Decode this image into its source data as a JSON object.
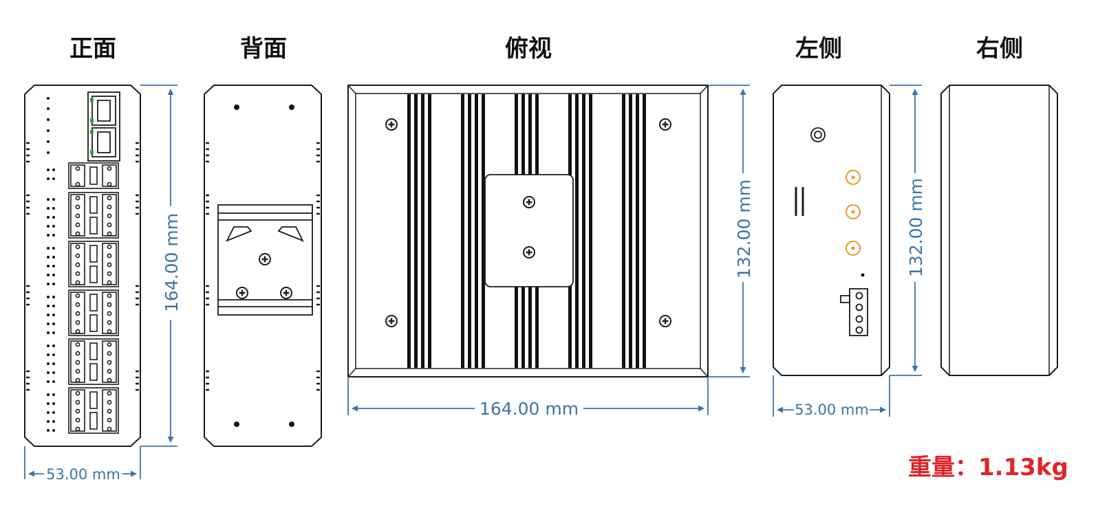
{
  "views": {
    "front": "正面",
    "back": "背面",
    "top": "俯视",
    "left": "左侧",
    "right": "右侧"
  },
  "dimensions": {
    "front_height": "164.00 mm",
    "front_width": "53.00 mm",
    "top_height": "132.00 mm",
    "top_width": "164.00 mm",
    "side_height": "132.00 mm",
    "side_width": "53.00 mm"
  },
  "weight": {
    "label": "重量：",
    "value": "1.13kg"
  },
  "colors": {
    "dimension": "#3a74a8",
    "weight": "#e0242a",
    "outline": "#1a1a1a",
    "led": "#2f9e4a",
    "antenna": "#e69a1f"
  }
}
